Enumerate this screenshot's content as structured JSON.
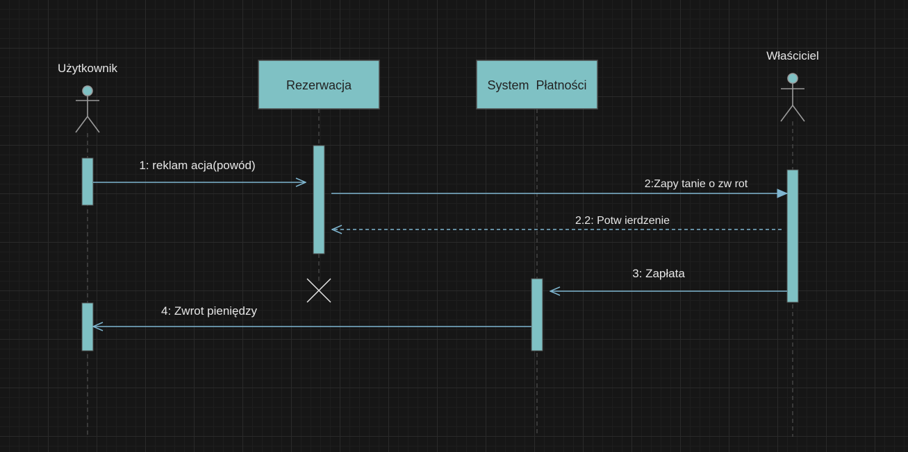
{
  "actors": [
    {
      "name": "Użytkownik"
    },
    {
      "name": "Właściciel"
    }
  ],
  "objects": [
    {
      "name": "Rezerwacja"
    },
    {
      "name": "System  Płatności"
    }
  ],
  "messages": [
    {
      "label": "1: reklam acja(powód)",
      "type": "sync"
    },
    {
      "label": "2:Zapy tanie o zw rot",
      "type": "sync"
    },
    {
      "label": "2.2: Potw ierdzenie",
      "type": "return"
    },
    {
      "label": "3: Zapłata",
      "type": "sync"
    },
    {
      "label": "4: Zwrot pieniędzy",
      "type": "sync"
    }
  ],
  "colors": {
    "box_fill": "#7fc1c4",
    "box_stroke": "#4d4d4d",
    "line": "#7fb6d0",
    "lifeline": "#5a5a5a",
    "actor_stroke": "#9a9a9a",
    "text": "#e6e6e6"
  }
}
